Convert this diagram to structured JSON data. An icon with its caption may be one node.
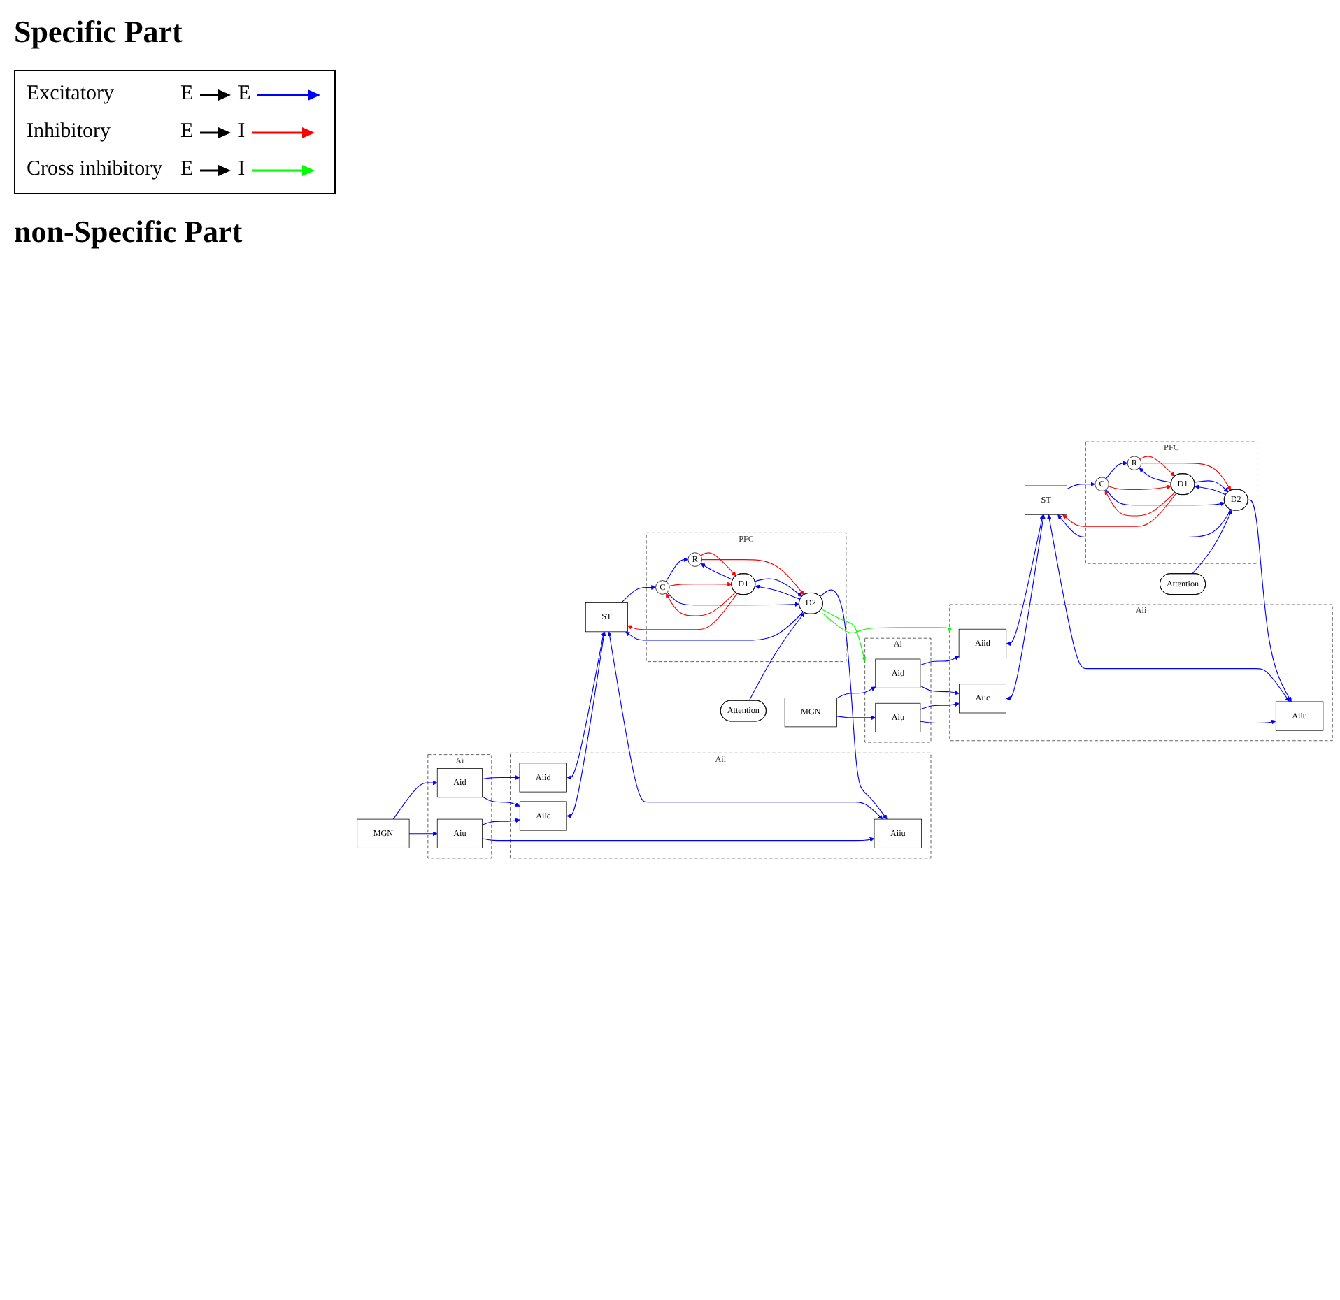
{
  "diagram": {
    "nodes": [
      {
        "text": [
          "MGN"
        ]
      },
      {
        "text": [
          "Ai"
        ]
      },
      {
        "text": [
          "Aid"
        ],
        "in": 1
      },
      {
        "text": [
          "Aiu"
        ],
        "in": 1
      },
      {
        "text": [
          "Aii"
        ]
      },
      {
        "text": [
          "Aiid"
        ],
        "in": 4
      },
      {
        "text": [
          "Aiic"
        ],
        "in": 4
      },
      {
        "text": [
          "Aiiu"
        ],
        "in": 4
      },
      {
        "text": [
          "ST"
        ]
      },
      {
        "text": [
          "PFC"
        ]
      },
      {
        "text": [
          "C"
        ],
        "in": 9
      },
      {
        "text": [
          "D1"
        ],
        "in": 9
      },
      {
        "text": [
          "R"
        ],
        "in": 9
      },
      {
        "text": [
          "D2"
        ],
        "in": 9
      },
      {
        "text": [
          "Attention"
        ]
      },
      {
        "text": [
          "MGN"
        ]
      },
      {
        "text": [
          "Ai"
        ]
      },
      {
        "text": [
          "Aid"
        ],
        "in": 16
      },
      {
        "text": [
          "Aiu"
        ],
        "in": 16
      },
      {
        "text": [
          "Aii"
        ]
      },
      {
        "text": [
          "Aiid"
        ],
        "in": 19
      },
      {
        "text": [
          "Aiic"
        ],
        "in": 19
      },
      {
        "text": [
          "Aiiu"
        ],
        "in": 19
      },
      {
        "text": [
          "ST"
        ]
      },
      {
        "text": [
          "PFC"
        ]
      },
      {
        "text": [
          "C"
        ],
        "in": 24
      },
      {
        "text": [
          "D1"
        ],
        "in": 24
      },
      {
        "text": [
          "R"
        ],
        "in": 24
      },
      {
        "text": [
          "D2"
        ],
        "in": 24
      },
      {
        "text": [
          "Attention"
        ]
      }
    ],
    "edges": [
      {
        "from": 0,
        "to": 2,
        "arrow": "to"
      },
      {
        "from": 0,
        "to": 3,
        "arrow": "to"
      },
      {
        "from": 2,
        "to": 5,
        "arrow": "to"
      },
      {
        "from": 2,
        "to": 6,
        "arrow": "to"
      },
      {
        "from": 3,
        "to": 6,
        "arrow": "to"
      },
      {
        "from": 3,
        "to": 7,
        "arrow": "to"
      },
      {
        "from": 5,
        "to": 8,
        "arrow": "both"
      },
      {
        "from": 6,
        "to": 8,
        "arrow": "both"
      },
      {
        "from": 7,
        "to": 8,
        "arrow": "both"
      },
      {
        "from": 8,
        "to": 10,
        "arrow": "to"
      },
      {
        "from": 11,
        "to": 8,
        "arrow": "to",
        "color": "#ff0000"
      },
      {
        "from": 13,
        "to": 8,
        "arrow": "to"
      },
      {
        "from": 13,
        "to": 7,
        "arrow": "to"
      },
      {
        "from": 10,
        "to": 12,
        "arrow": "to"
      },
      {
        "from": 10,
        "to": 11,
        "arrow": "to",
        "color": "#ff0000"
      },
      {
        "from": 11,
        "to": 10,
        "arrow": "to",
        "color": "#ff0000"
      },
      {
        "from": 10,
        "to": 13,
        "arrow": "to"
      },
      {
        "from": 11,
        "to": 12,
        "arrow": "to"
      },
      {
        "from": 12,
        "to": 11,
        "arrow": "to",
        "color": "#ff0000"
      },
      {
        "from": 11,
        "to": 13,
        "arrow": "to"
      },
      {
        "from": 13,
        "to": 11,
        "arrow": "to"
      },
      {
        "from": 12,
        "to": 13,
        "arrow": "to",
        "color": "#ff0000"
      },
      {
        "from": 14,
        "to": 13,
        "arrow": "to"
      },
      {
        "from": 13,
        "to": 16,
        "arrow": "to",
        "color": "#00ff00"
      },
      {
        "from": 13,
        "to": 19,
        "arrow": "to",
        "color": "#00ff00"
      },
      {
        "from": 15,
        "to": 17,
        "arrow": "to"
      },
      {
        "from": 15,
        "to": 18,
        "arrow": "to"
      },
      {
        "from": 17,
        "to": 20,
        "arrow": "to"
      },
      {
        "from": 17,
        "to": 21,
        "arrow": "to"
      },
      {
        "from": 18,
        "to": 21,
        "arrow": "to"
      },
      {
        "from": 18,
        "to": 22,
        "arrow": "to"
      },
      {
        "from": 20,
        "to": 23,
        "arrow": "both"
      },
      {
        "from": 21,
        "to": 23,
        "arrow": "both"
      },
      {
        "from": 22,
        "to": 23,
        "arrow": "both"
      },
      {
        "from": 23,
        "to": 25,
        "arrow": "to"
      },
      {
        "from": 26,
        "to": 23,
        "arrow": "to",
        "color": "#ff0000"
      },
      {
        "from": 28,
        "to": 23,
        "arrow": "to"
      },
      {
        "from": 28,
        "to": 22,
        "arrow": "to"
      },
      {
        "from": 25,
        "to": 27,
        "arrow": "to"
      },
      {
        "from": 25,
        "to": 26,
        "arrow": "to",
        "color": "#ff0000"
      },
      {
        "from": 26,
        "to": 25,
        "arrow": "to",
        "color": "#ff0000"
      },
      {
        "from": 25,
        "to": 28,
        "arrow": "to"
      },
      {
        "from": 26,
        "to": 27,
        "arrow": "to"
      },
      {
        "from": 27,
        "to": 26,
        "arrow": "to",
        "color": "#ff0000"
      },
      {
        "from": 26,
        "to": 28,
        "arrow": "to"
      },
      {
        "from": 28,
        "to": 26,
        "arrow": "to"
      },
      {
        "from": 27,
        "to": 28,
        "arrow": "to",
        "color": "#ff0000"
      },
      {
        "from": 29,
        "to": 28,
        "arrow": "to"
      }
    ],
    "labels": [
      "Specific Part",
      "E",
      "E",
      "E",
      "I",
      "E",
      "I",
      "non-Specific Part"
    ],
    "legend": [
      {
        "text": "Excitatory",
        "color": "#0000ff"
      },
      {
        "text": "Inhibitory",
        "color": "#ff0000"
      },
      {
        "text": "Cross inhibitory",
        "color": "#00ff00"
      }
    ]
  }
}
